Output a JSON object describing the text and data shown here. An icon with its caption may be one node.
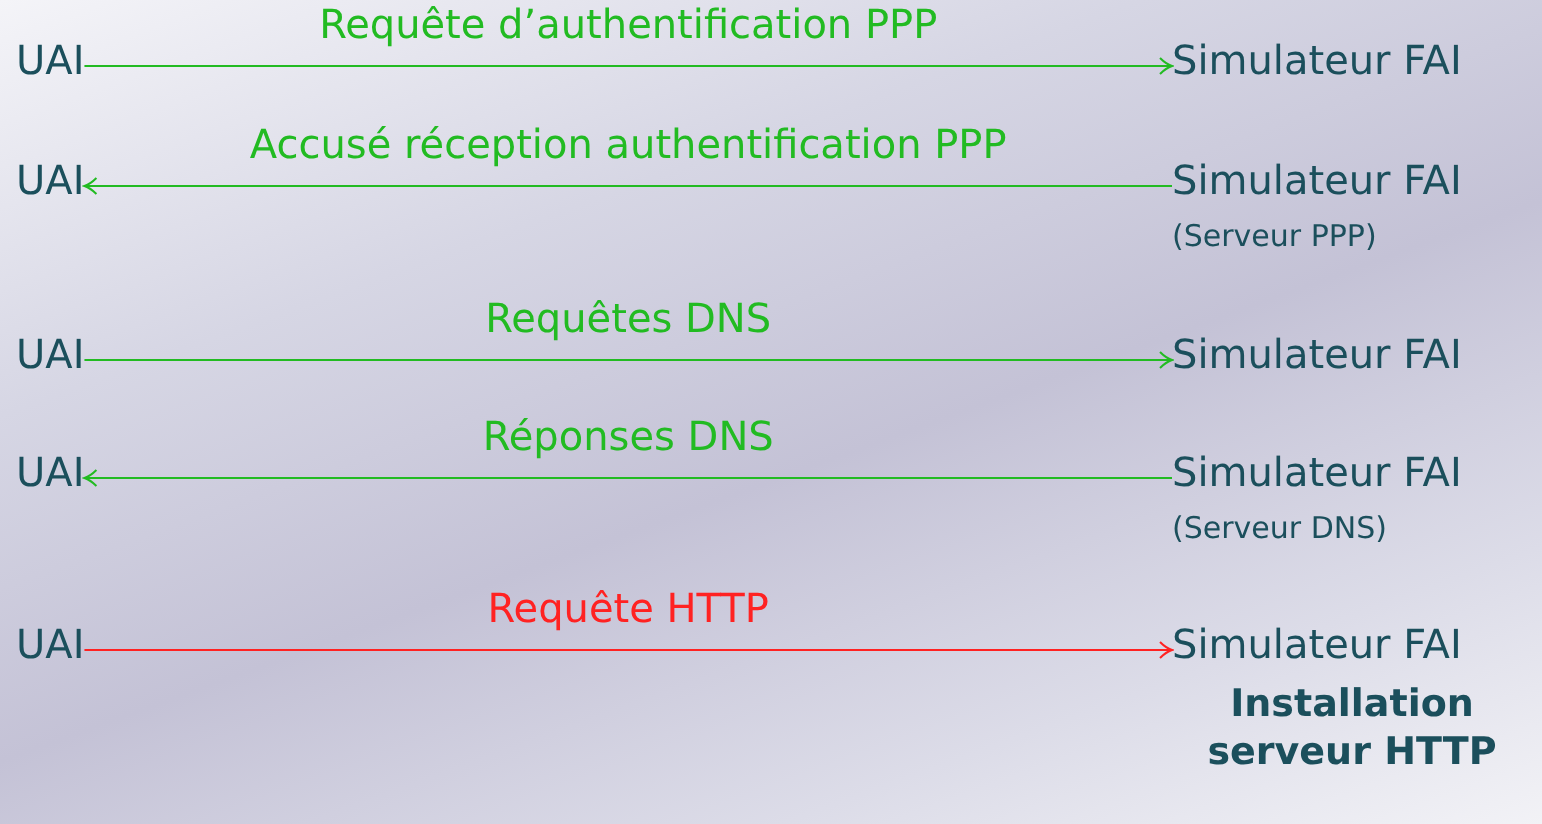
{
  "diagram": {
    "nodes": [
      {
        "text": [
          "UAI"
        ]
      },
      {
        "text": [
          "Simulateur FAI"
        ]
      },
      {
        "text": [
          "UAI"
        ]
      },
      {
        "text": [
          "Simulateur FAI"
        ],
        "beside": [
          "(Serveur PPP)"
        ]
      },
      {
        "text": [
          "UAI"
        ]
      },
      {
        "text": [
          "Simulateur FAI"
        ]
      },
      {
        "text": [
          "UAI"
        ]
      },
      {
        "text": [
          "Simulateur FAI"
        ],
        "beside": [
          "(Serveur DNS)"
        ]
      },
      {
        "text": [
          "UAI"
        ]
      },
      {
        "text": [
          "Simulateur FAI"
        ],
        "beside": [
          "Installation serveur HTTP"
        ]
      }
    ],
    "edges": [
      {
        "from": 0,
        "to": 1,
        "arrow": "to",
        "label": "Requête d’authentification PPP"
      },
      {
        "from": 3,
        "to": 2,
        "arrow": "to",
        "label": "Accusé réception authentification PPP"
      },
      {
        "from": 4,
        "to": 5,
        "arrow": "to",
        "label": "Requêtes DNS"
      },
      {
        "from": 7,
        "to": 6,
        "arrow": "to",
        "label": "Réponses DNS"
      },
      {
        "from": 8,
        "to": 9,
        "arrow": "to",
        "label": "Requête HTTP",
        "color": "#ff2222"
      }
    ]
  }
}
